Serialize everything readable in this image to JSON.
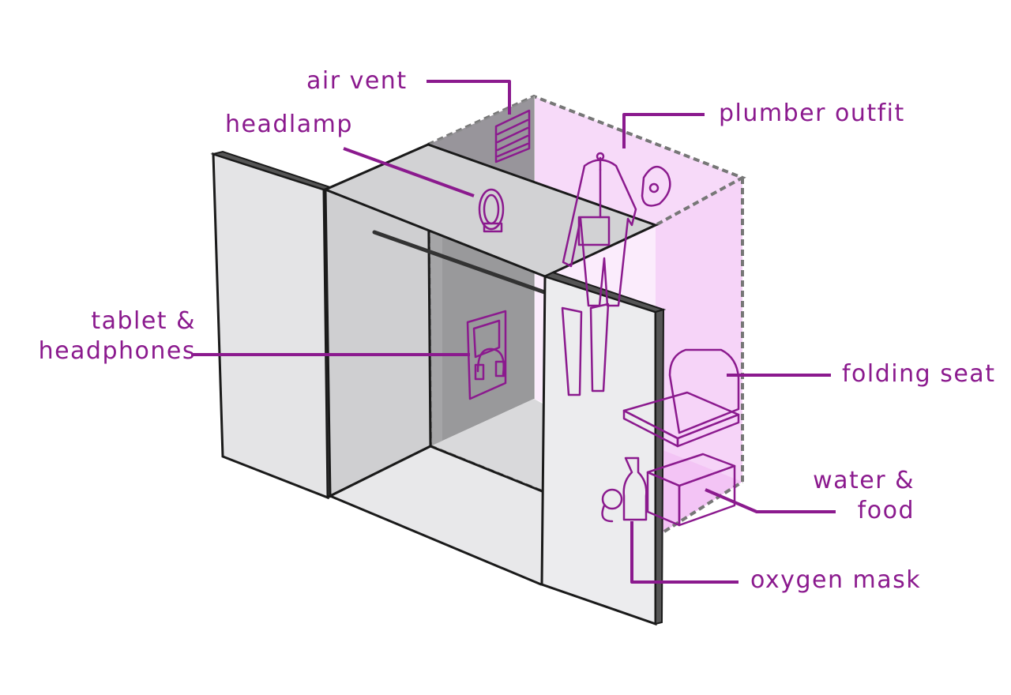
{
  "colors": {
    "accent": "#8b1a8e",
    "pink_fill": "#f3c4f5",
    "panel_light": "#e4e4e6",
    "panel_mid": "#cfcfd1",
    "panel_dark": "#9c9c9e",
    "outline": "#1a1a1a"
  },
  "labels": {
    "air_vent": "air vent",
    "headlamp": "headlamp",
    "plumber_outfit": "plumber outfit",
    "tablet_line1": "tablet &",
    "tablet_line2": "headphones",
    "folding_seat": "folding seat",
    "water_line1": "water &",
    "water_line2": "food",
    "oxygen_mask": "oxygen mask"
  }
}
